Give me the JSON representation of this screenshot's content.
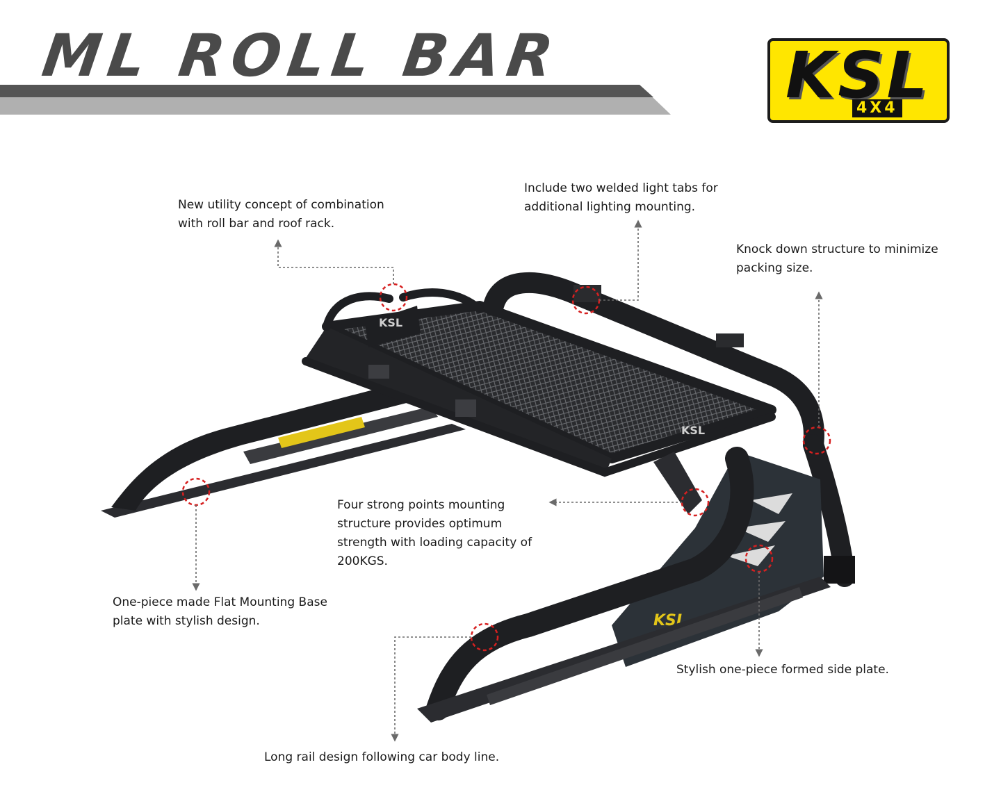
{
  "header": {
    "title": "ML ROLL BAR",
    "colors": {
      "title": "#4a4a4a",
      "band": "#555555"
    }
  },
  "logo": {
    "brand": "KSL",
    "sub": "4X4",
    "colors": {
      "background": "#ffe600",
      "ink": "#111111"
    }
  },
  "callouts": {
    "utility": [
      "New utility concept of combination",
      "with roll bar and roof rack."
    ],
    "light_tabs": [
      "Include two welded light tabs for",
      "additional lighting mounting."
    ],
    "knock_down": [
      "Knock down structure to minimize",
      "packing size."
    ],
    "four_points": [
      "Four strong points mounting",
      "structure provides optimum",
      "strength with loading capacity of",
      "200KGS."
    ],
    "flat_base": [
      "One-piece made Flat Mounting Base",
      "plate with stylish design."
    ],
    "side_plate": [
      "Stylish one-piece formed side plate."
    ],
    "long_rail": [
      "Long rail design following car body line."
    ]
  },
  "colors": {
    "marker": "#d62020",
    "leader": "#6a6a6a",
    "product": "#1e1f22",
    "accent": "#e3c619"
  }
}
